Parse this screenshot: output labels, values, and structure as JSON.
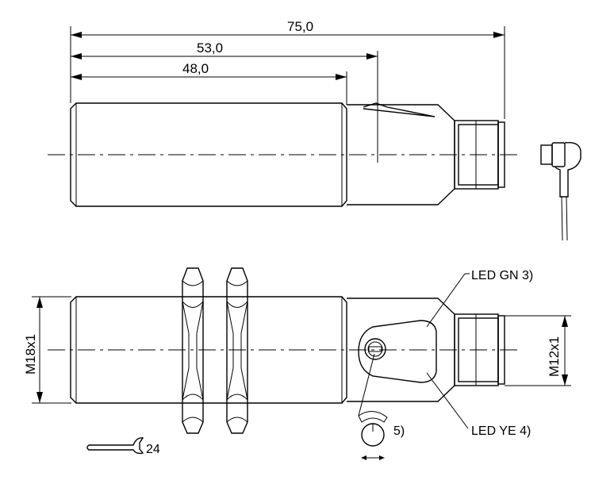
{
  "dimensions": {
    "overall": "75,0",
    "middle": "53,0",
    "short": "48,0",
    "thread_body": "M18x1",
    "thread_connector": "M12x1"
  },
  "labels": {
    "led_green": "LED GN 3)",
    "led_yellow": "LED YE 4)",
    "potentiometer_note": "5)",
    "wrench_size": "24"
  }
}
